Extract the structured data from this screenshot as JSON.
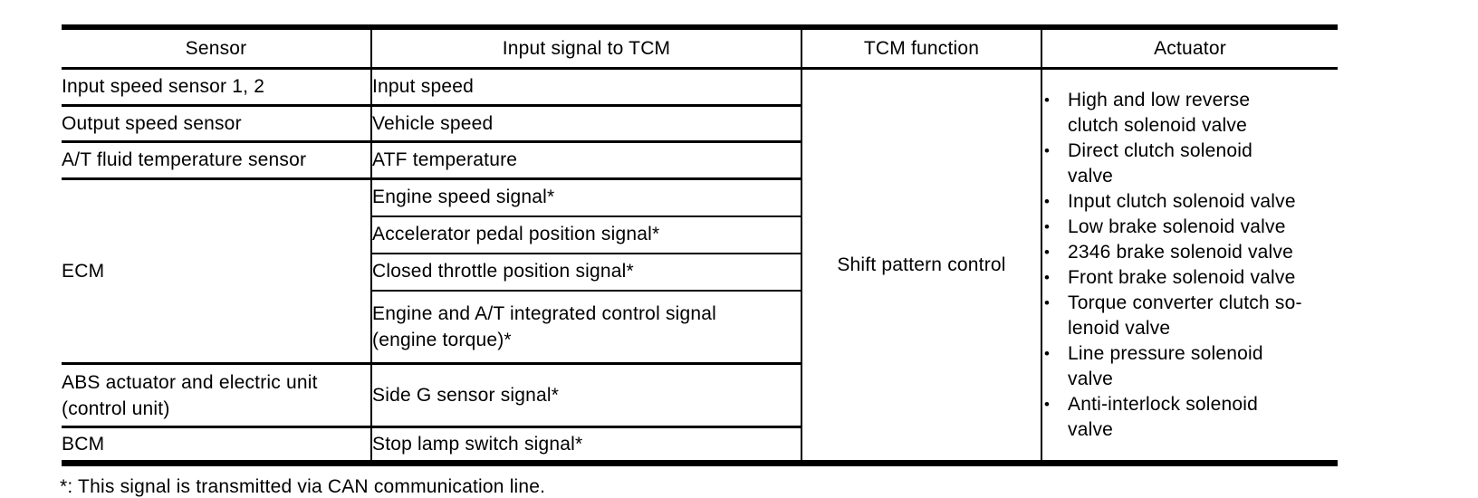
{
  "colors": {
    "ink": "#000000",
    "paper": "#ffffff"
  },
  "table": {
    "headers": [
      "Sensor",
      "Input signal to TCM",
      "TCM function",
      "Actuator"
    ],
    "sensor_rows": [
      {
        "sensor": "Input speed sensor 1, 2",
        "signal": "Input speed"
      },
      {
        "sensor": "Output speed sensor",
        "signal": "Vehicle speed"
      },
      {
        "sensor": "A/T fluid temperature sensor",
        "signal": "ATF temperature"
      }
    ],
    "ecm": {
      "sensor": "ECM",
      "signals": [
        "Engine speed signal*",
        "Accelerator pedal position signal*",
        "Closed throttle position signal*",
        "Engine and A/T integrated control signal\n(engine torque)*"
      ]
    },
    "abs_row": {
      "sensor": "ABS actuator and electric unit\n(control unit)",
      "signal": "Side G sensor signal*"
    },
    "bcm_row": {
      "sensor": "BCM",
      "signal": "Stop lamp switch signal*"
    },
    "tcm_function": "Shift pattern control",
    "bullet_char": "•",
    "actuators": [
      "High and low reverse\nclutch solenoid valve",
      "Direct clutch solenoid\nvalve",
      "Input clutch solenoid valve",
      "Low brake solenoid valve",
      "2346 brake solenoid valve",
      "Front brake solenoid valve",
      "Torque converter clutch so-\nlenoid valve",
      "Line pressure solenoid\nvalve",
      "Anti-interlock solenoid\nvalve"
    ]
  },
  "footnote": "*: This signal is transmitted via CAN communication line."
}
